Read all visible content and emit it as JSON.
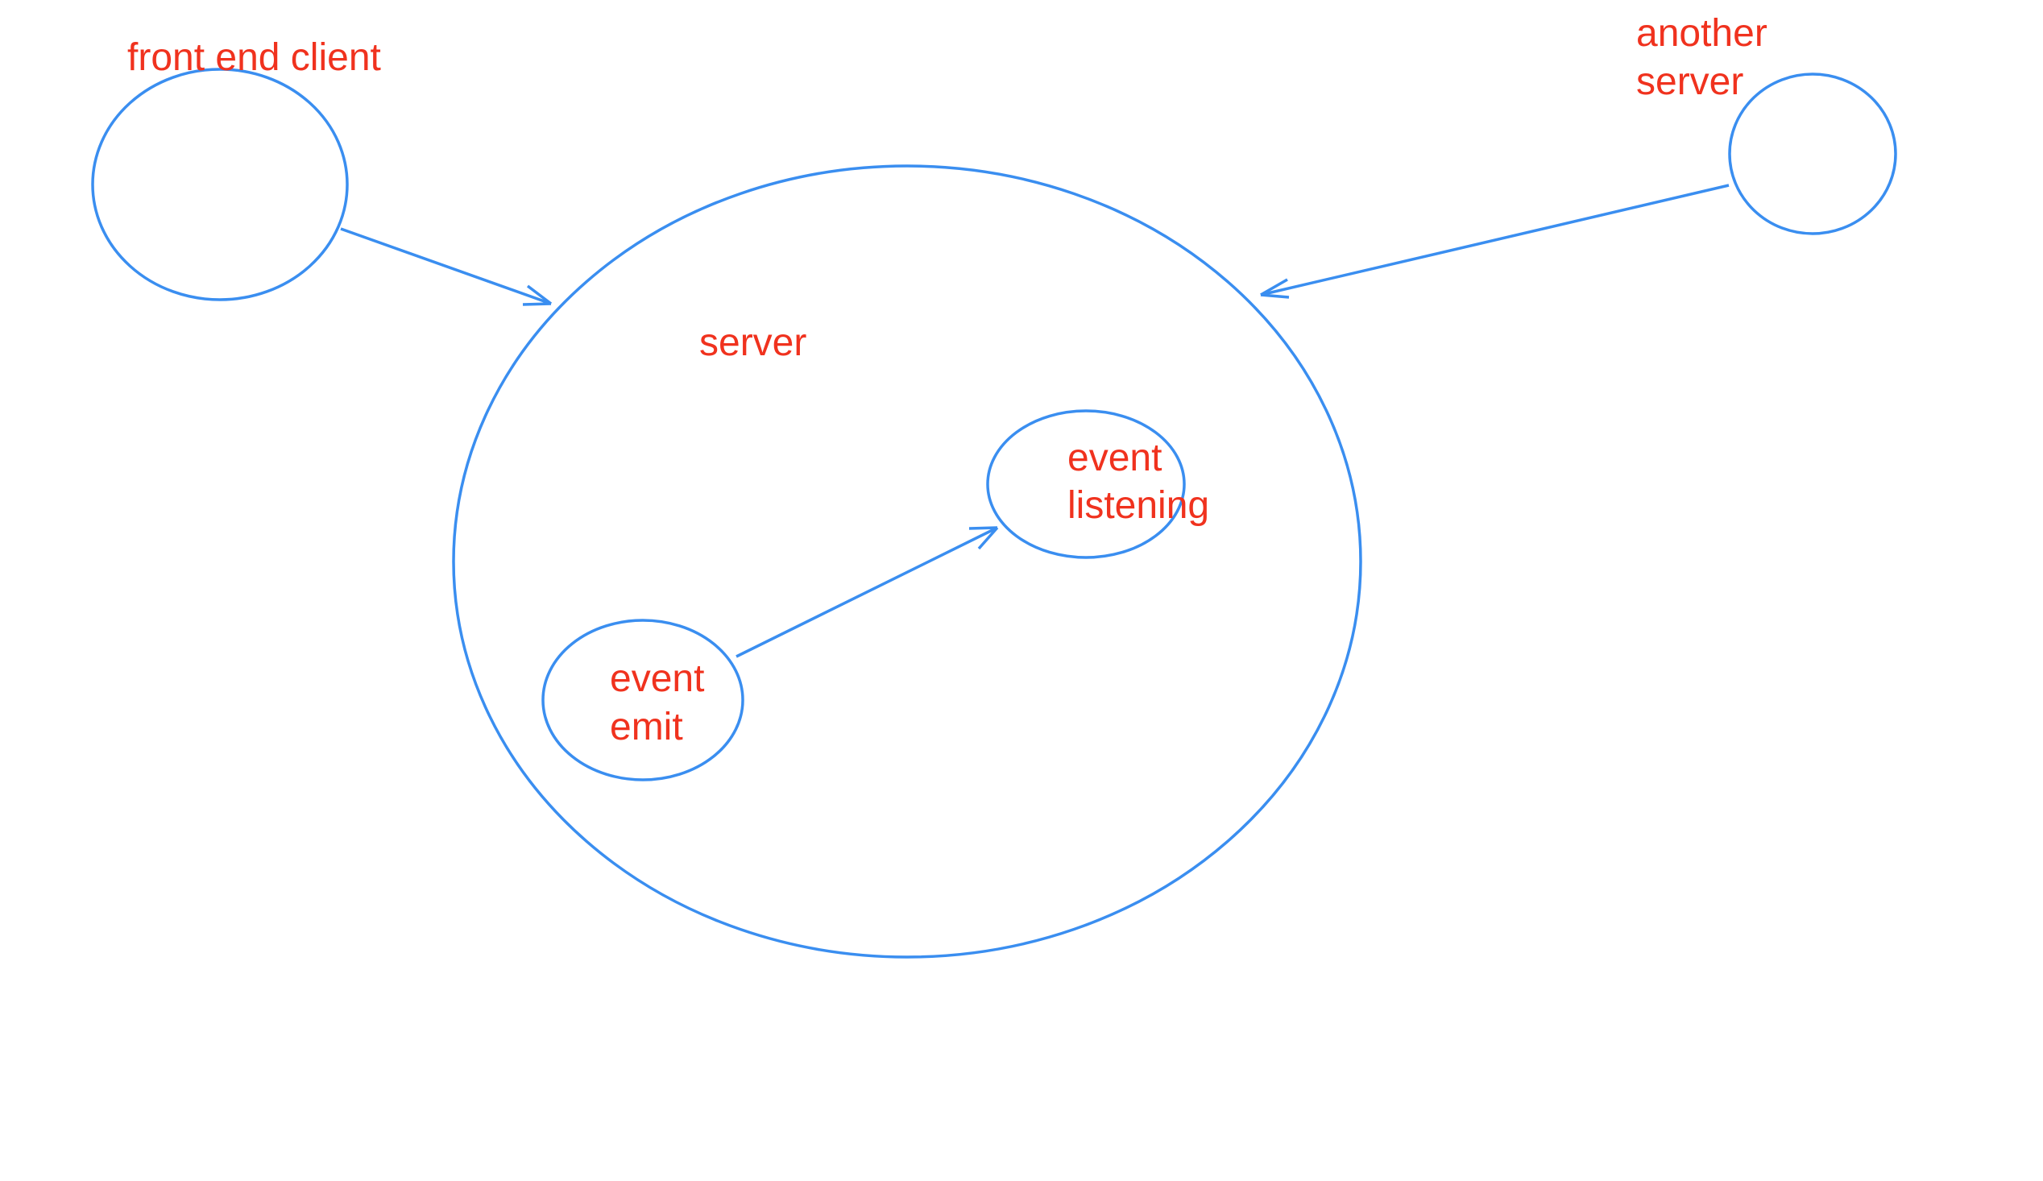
{
  "colors": {
    "stroke": "#3a8ef0",
    "text": "#f0321e",
    "background": "#ffffff"
  },
  "nodes": {
    "front_end_client": {
      "label": "front end client"
    },
    "another_server": {
      "label_line1": "another",
      "label_line2": "server"
    },
    "server": {
      "label": "server"
    },
    "event_listening": {
      "label_line1": "event",
      "label_line2": "listening"
    },
    "event_emit": {
      "label_line1": "event",
      "label_line2": "emit"
    }
  },
  "edges": [
    {
      "from": "front end client",
      "to": "server"
    },
    {
      "from": "another server",
      "to": "server"
    },
    {
      "from": "event emit",
      "to": "event listening"
    }
  ]
}
